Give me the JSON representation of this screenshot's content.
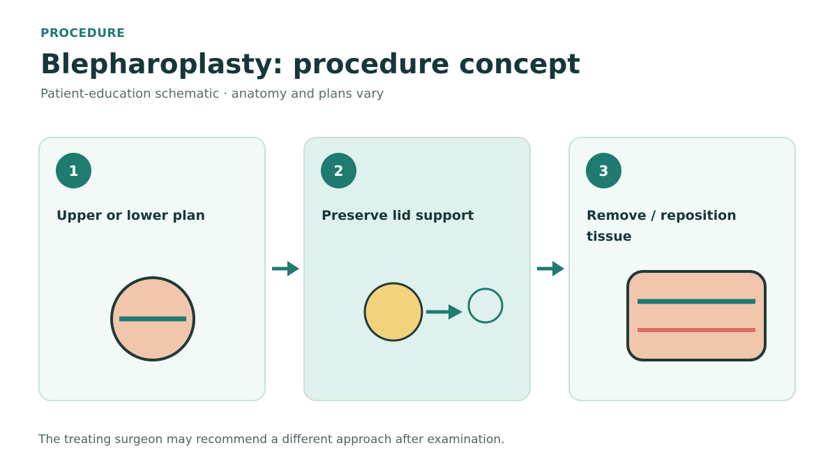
{
  "header": {
    "eyebrow": "PROCEDURE",
    "title": "Blepharoplasty: procedure concept",
    "subtitle": "Patient-education schematic · anatomy and plans vary"
  },
  "steps": [
    {
      "number": "1",
      "title": "Upper or lower plan"
    },
    {
      "number": "2",
      "title": "Preserve lid support"
    },
    {
      "number": "3",
      "title": "Remove / reposition tissue"
    }
  ],
  "footnote": "The treating surgeon may recommend a different approach after examination.",
  "colors": {
    "accent": "#1f7a70",
    "ink": "#17363a",
    "skin": "#f2c6ad",
    "fat": "#f2d27d",
    "incision": "#d9705f",
    "card": "#f2f9f7",
    "card_active": "#dff1ec"
  }
}
